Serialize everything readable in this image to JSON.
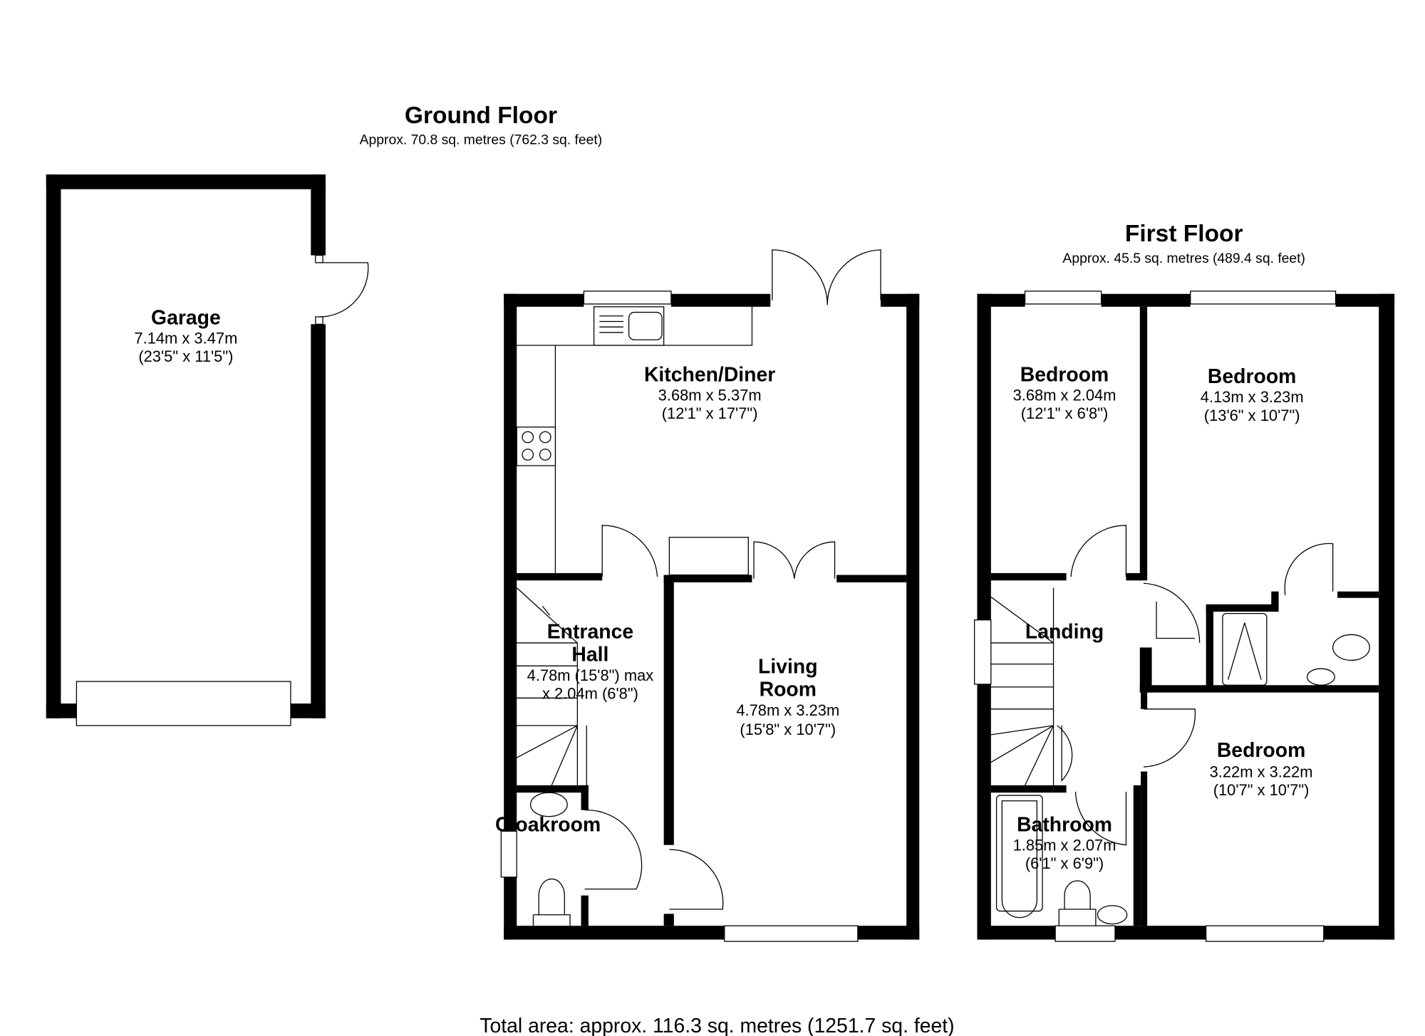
{
  "ground_floor": {
    "title": "Ground Floor",
    "area": "Approx. 70.8 sq. metres (762.3 sq. feet)",
    "rooms": {
      "garage": {
        "name": "Garage",
        "dim_m": "7.14m x 3.47m",
        "dim_ft": "(23'5\" x 11'5\")"
      },
      "kitchen": {
        "name": "Kitchen/Diner",
        "dim_m": "3.68m x 5.37m",
        "dim_ft": "(12'1\" x 17'7\")"
      },
      "hall": {
        "name_1": "Entrance",
        "name_2": "Hall",
        "dim_m": "4.78m (15'8\") max",
        "dim_ft": "x 2.04m (6'8\")"
      },
      "living": {
        "name_1": "Living",
        "name_2": "Room",
        "dim_m": "4.78m x 3.23m",
        "dim_ft": "(15'8\" x 10'7\")"
      },
      "cloakroom": {
        "name": "Cloakroom"
      }
    }
  },
  "first_floor": {
    "title": "First Floor",
    "area": "Approx. 45.5 sq. metres (489.4 sq. feet)",
    "rooms": {
      "bedroom_a": {
        "name": "Bedroom",
        "dim_m": "3.68m x 2.04m",
        "dim_ft": "(12'1\" x 6'8\")"
      },
      "bedroom_b": {
        "name": "Bedroom",
        "dim_m": "4.13m x 3.23m",
        "dim_ft": "(13'6\" x 10'7\")"
      },
      "bedroom_c": {
        "name": "Bedroom",
        "dim_m": "3.22m x 3.22m",
        "dim_ft": "(10'7\" x 10'7\")"
      },
      "landing": {
        "name": "Landing"
      },
      "bathroom": {
        "name": "Bathroom",
        "dim_m": "1.85m x 2.07m",
        "dim_ft": "(6'1\" x 6'9\")"
      }
    }
  },
  "total_area": "Total area: approx. 116.3 sq. metres (1251.7 sq. feet)",
  "colors": {
    "walls": "#000000",
    "background": "#ffffff"
  }
}
